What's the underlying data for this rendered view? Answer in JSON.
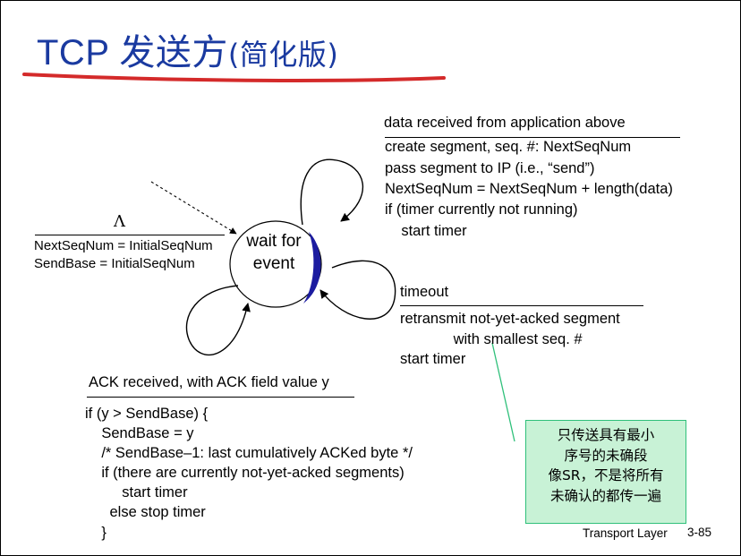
{
  "title": {
    "en": "TCP ",
    "zh": "发送方",
    "zh_paren": "(简化版)",
    "underline_color": "#d42a2a"
  },
  "state": {
    "label": "wait for event"
  },
  "initial": {
    "guard": "Λ",
    "actions": [
      "NextSeqNum = InitialSeqNum",
      "SendBase = InitialSeqNum"
    ]
  },
  "data_event": {
    "event": "data received from application above",
    "actions": [
      "create segment, seq. #: NextSeqNum",
      "pass segment to IP (i.e., “send”)",
      "NextSeqNum = NextSeqNum + length(data)",
      "if (timer currently not running)",
      "    start timer"
    ]
  },
  "timeout_event": {
    "event": "timeout",
    "actions": [
      "retransmit not-yet-acked segment",
      "             with smallest seq. #",
      "start timer"
    ]
  },
  "ack_event": {
    "event": "ACK received, with ACK field value y",
    "actions": [
      "if (y > SendBase) {",
      "    SendBase = y",
      "    /* SendBase–1: last cumulatively ACKed byte */",
      "    if (there are currently not-yet-acked segments)",
      "         start timer",
      "      else stop timer",
      "    }"
    ]
  },
  "note": {
    "lines": [
      "只传送具有最小",
      "序号的未确段",
      "像SR，不是将所有",
      "未确认的都传一遍"
    ],
    "bg_color": "#c8f2d6",
    "border_color": "#2fc07a"
  },
  "footer": {
    "label": "Transport Layer",
    "page": "3-85"
  },
  "colors": {
    "title": "#1a3aa0",
    "state_shadow": "#1c1ca0",
    "callout": "#2fc07a"
  }
}
